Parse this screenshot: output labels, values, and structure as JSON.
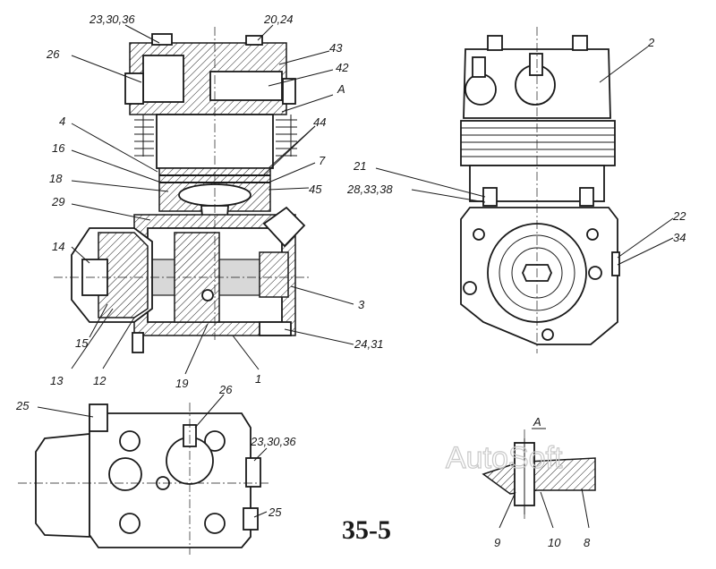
{
  "figure_number": "35-5",
  "watermark": "AutoSoft",
  "section_label": "A",
  "colors": {
    "ink": "#1a1a1a",
    "paper": "#ffffff",
    "watermark": "#c9c9c9"
  },
  "callouts": {
    "sectional_view": [
      "23,30,36",
      "20,24",
      "26",
      "43",
      "42",
      "A",
      "4",
      "44",
      "16",
      "7",
      "18",
      "45",
      "29",
      "14",
      "3",
      "24,31",
      "15",
      "13",
      "12",
      "19",
      "1"
    ],
    "side_view": [
      "2",
      "21",
      "28,33,38",
      "22",
      "34"
    ],
    "top_view": [
      "25",
      "26",
      "23,30,36",
      "25"
    ],
    "detail_a": [
      "9",
      "10",
      "8"
    ]
  }
}
